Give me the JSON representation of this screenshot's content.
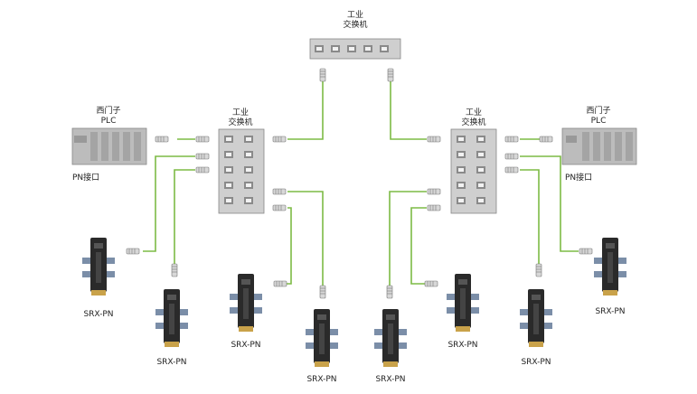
{
  "labels": {
    "switch_top_line1": "工业",
    "switch_top_line2": "交换机",
    "switch_left_line1": "工业",
    "switch_left_line2": "交换机",
    "switch_right_line1": "工业",
    "switch_right_line2": "交换机",
    "plc_left_line1": "西门子",
    "plc_left_line2": "PLC",
    "plc_right_line1": "西门子",
    "plc_right_line2": "PLC",
    "pn_port_left": "PN接口",
    "pn_port_right": "PN接口",
    "devices": [
      "SRX-PN",
      "SRX-PN",
      "SRX-PN",
      "SRX-PN",
      "SRX-PN",
      "SRX-PN",
      "SRX-PN",
      "SRX-PN"
    ]
  },
  "colors": {
    "cable": "#7dbb45",
    "switch_body": "#cfcfcf",
    "plc_body": "#bcbcbc",
    "rail": "#7b8ea8",
    "device_body": "#2a2a2a",
    "device_base": "#c9a24a"
  }
}
